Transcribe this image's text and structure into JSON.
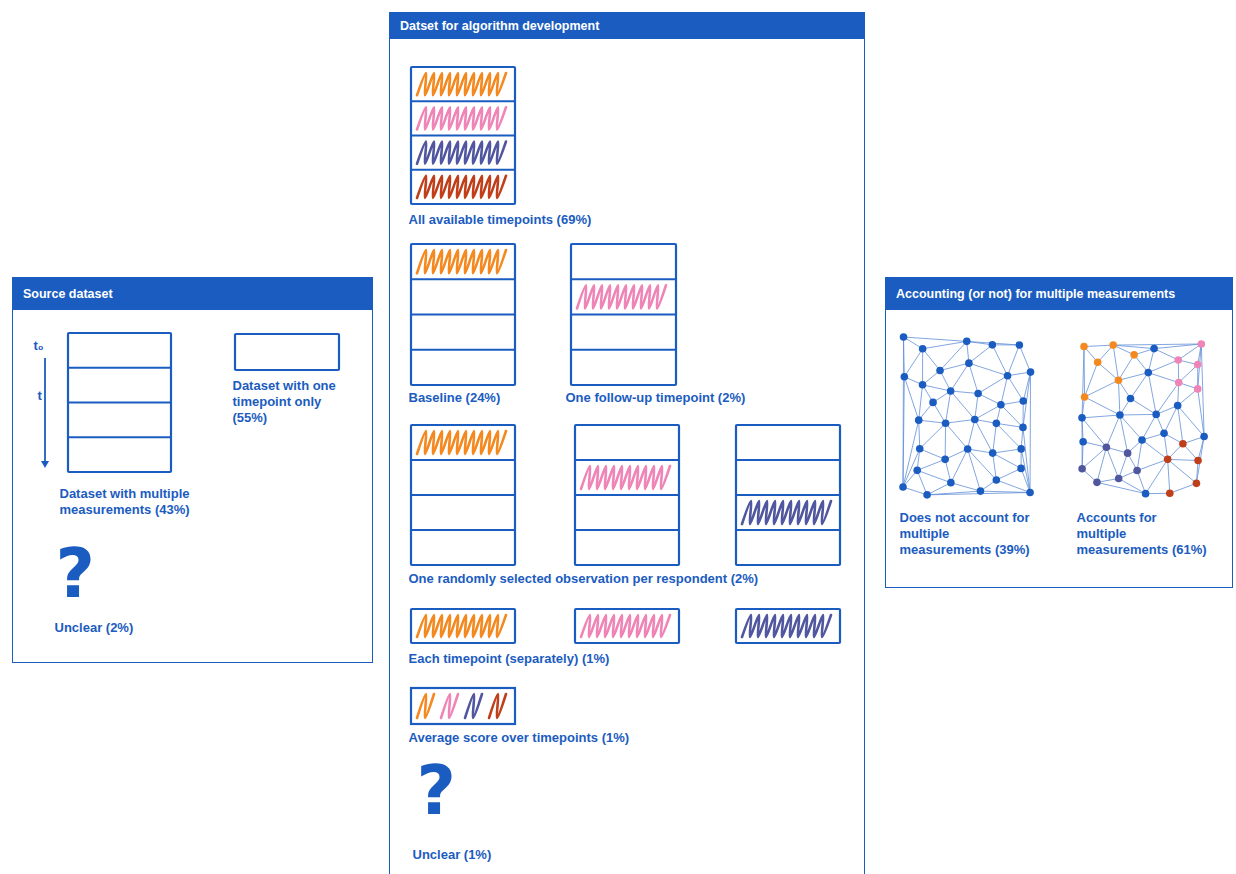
{
  "diagram": {
    "nodes": [
      {
        "text": [
          "Source dataset"
        ]
      },
      {
        "text": [
          "Dataset with multiple measurements (43%)"
        ],
        "in": 0
      },
      {
        "text": [
          "Dataset with one timepoint only (55%)"
        ],
        "in": 0
      },
      {
        "text": [
          "?",
          "Unclear (2%)"
        ],
        "in": 0
      },
      {
        "text": [
          "Datset for algorithm development"
        ]
      },
      {
        "text": [
          "All available timepoints (69%)"
        ],
        "in": 4
      },
      {
        "text": [
          "Baseline (24%)"
        ],
        "in": 4
      },
      {
        "text": [
          "One follow-up timepoint (2%)"
        ],
        "in": 4
      },
      {
        "text": [
          "One randomly selected observation per respondent (2%)"
        ],
        "in": 4
      },
      {
        "text": [
          "Each timepoint (separately) (1%)"
        ],
        "in": 4
      },
      {
        "text": [
          "Average score over timepoints (1%)"
        ],
        "in": 4
      },
      {
        "text": [
          "?",
          "Unclear (1%)"
        ],
        "in": 4
      },
      {
        "text": [
          "Accounting (or not) for multiple measurements"
        ]
      },
      {
        "text": [
          "Does not account for multiple measurements (39%)"
        ],
        "in": 12
      },
      {
        "text": [
          "Accounts for multiple measurements (61%)"
        ],
        "in": 12
      }
    ],
    "labels": [
      "t₀",
      "t"
    ]
  }
}
